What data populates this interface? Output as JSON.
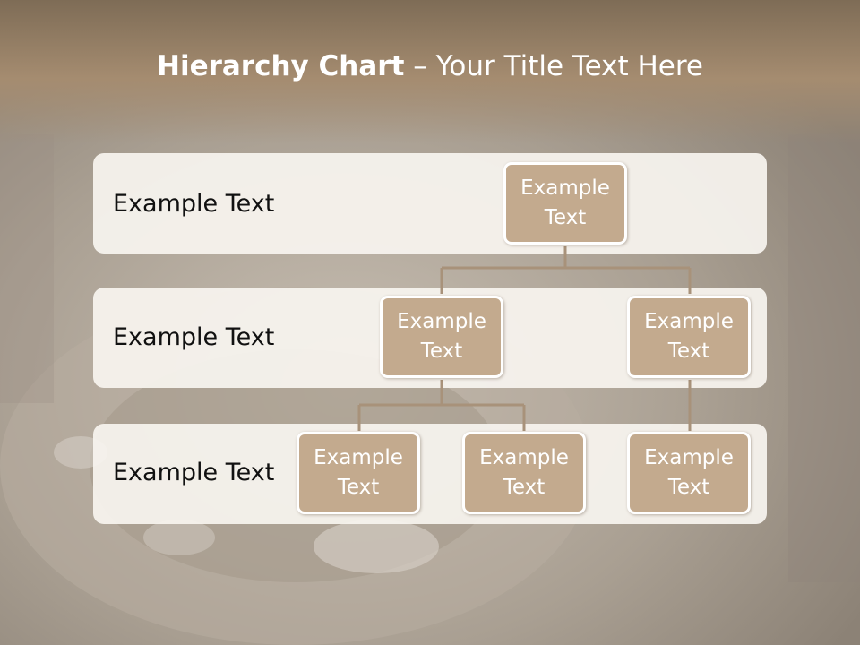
{
  "title": {
    "bold": "Hierarchy Chart",
    "separator": " – ",
    "rest": "Your Title Text Here"
  },
  "rows": [
    {
      "label": "Example Text"
    },
    {
      "label": "Example Text"
    },
    {
      "label": "Example Text"
    }
  ],
  "nodes": {
    "root": "Example Text",
    "level2_left": "Example Text",
    "level2_right": "Example Text",
    "level3_left_a": "Example Text",
    "level3_left_b": "Example Text",
    "level3_right": "Example Text"
  },
  "colors": {
    "title_band": "#7e6c56",
    "node_fill": "#c3aa8e",
    "node_border": "#ffffff",
    "row_band": "#f7f4ef",
    "connector": "#a8927a",
    "label_text": "#111111"
  }
}
